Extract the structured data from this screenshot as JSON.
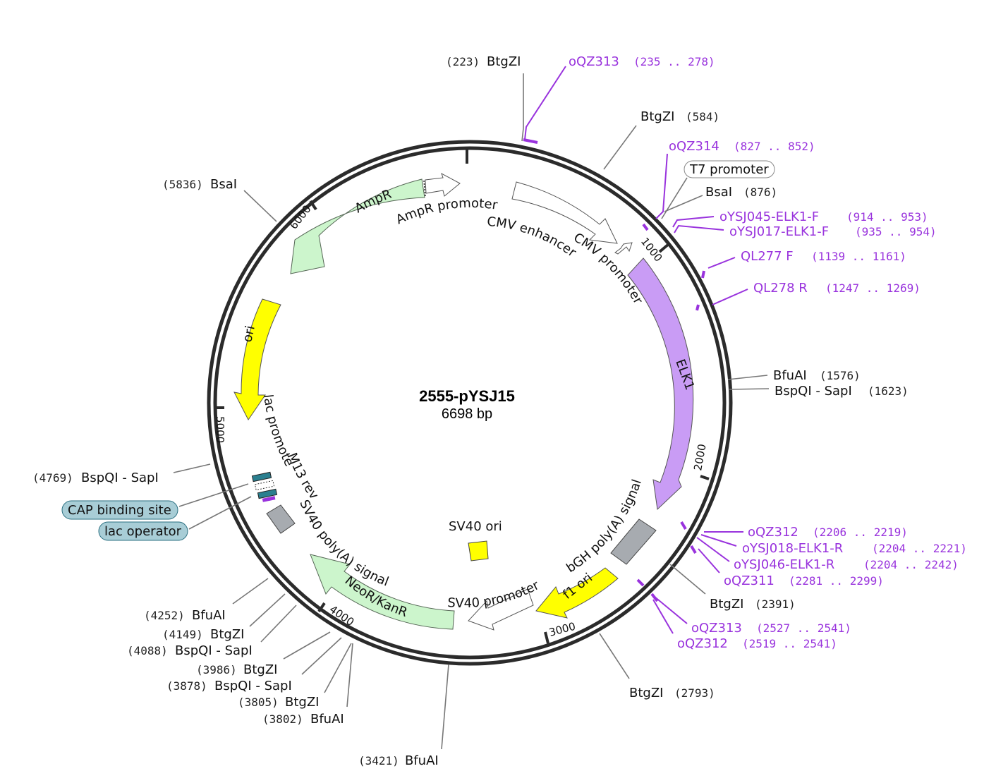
{
  "plasmid": {
    "name": "2555-pYSJ15",
    "size": "6698 bp"
  },
  "ticks": [
    "1000",
    "2000",
    "3000",
    "4000",
    "5000",
    "6000"
  ],
  "features": {
    "ampr": "AmpR",
    "ampr_promoter": "AmpR promoter",
    "cmv_enhancer": "CMV enhancer",
    "cmv_promoter": "CMV promoter",
    "elk1": "ELK1",
    "bgh": "bGH poly(A) signal",
    "f1ori": "f1 ori",
    "sv40_promoter": "SV40 promoter",
    "sv40_ori": "SV40 ori",
    "neor": "NeoR/KanR",
    "sv40_polya": "SV40 poly(A) signal",
    "m13rev": "M13 rev",
    "lac_promoter": "lac promoter",
    "ori": "ori",
    "t7": "T7 promoter",
    "cap": "CAP binding site",
    "lacop": "lac operator"
  },
  "enzymes": [
    {
      "pos": "(223)",
      "name": "BtgZI"
    },
    {
      "pos": "(584)",
      "name": "BtgZI"
    },
    {
      "pos": "(876)",
      "name": "BsaI"
    },
    {
      "pos": "(1576)",
      "name": "BfuAI"
    },
    {
      "pos": "(1623)",
      "name": "BspQI - SapI"
    },
    {
      "pos": "(2391)",
      "name": "BtgZI"
    },
    {
      "pos": "(2793)",
      "name": "BtgZI"
    },
    {
      "pos": "(3421)",
      "name": "BfuAI"
    },
    {
      "pos": "(3802)",
      "name": "BfuAI"
    },
    {
      "pos": "(3805)",
      "name": "BtgZI"
    },
    {
      "pos": "(3878)",
      "name": "BspQI - SapI"
    },
    {
      "pos": "(3986)",
      "name": "BtgZI"
    },
    {
      "pos": "(4088)",
      "name": "BspQI - SapI"
    },
    {
      "pos": "(4149)",
      "name": "BtgZI"
    },
    {
      "pos": "(4252)",
      "name": "BfuAI"
    },
    {
      "pos": "(4769)",
      "name": "BspQI - SapI"
    },
    {
      "pos": "(5836)",
      "name": "BsaI"
    }
  ],
  "primers": [
    {
      "name": "oQZ313",
      "range": "(235 .. 278)"
    },
    {
      "name": "oQZ314",
      "range": "(827 .. 852)"
    },
    {
      "name": "oYSJ045-ELK1-F",
      "range": "(914 .. 953)"
    },
    {
      "name": "oYSJ017-ELK1-F",
      "range": "(935 .. 954)"
    },
    {
      "name": "QL277 F",
      "range": "(1139 .. 1161)"
    },
    {
      "name": "QL278 R",
      "range": "(1247 .. 1269)"
    },
    {
      "name": "oQZ312",
      "range": "(2206 .. 2219)"
    },
    {
      "name": "oYSJ018-ELK1-R",
      "range": "(2204 .. 2221)"
    },
    {
      "name": "oYSJ046-ELK1-R",
      "range": "(2204 .. 2242)"
    },
    {
      "name": "oQZ311",
      "range": "(2281 .. 2299)"
    },
    {
      "name": "oQZ313",
      "range": "(2527 .. 2541)"
    },
    {
      "name": "oQZ312",
      "range": "(2519 .. 2541)"
    }
  ]
}
